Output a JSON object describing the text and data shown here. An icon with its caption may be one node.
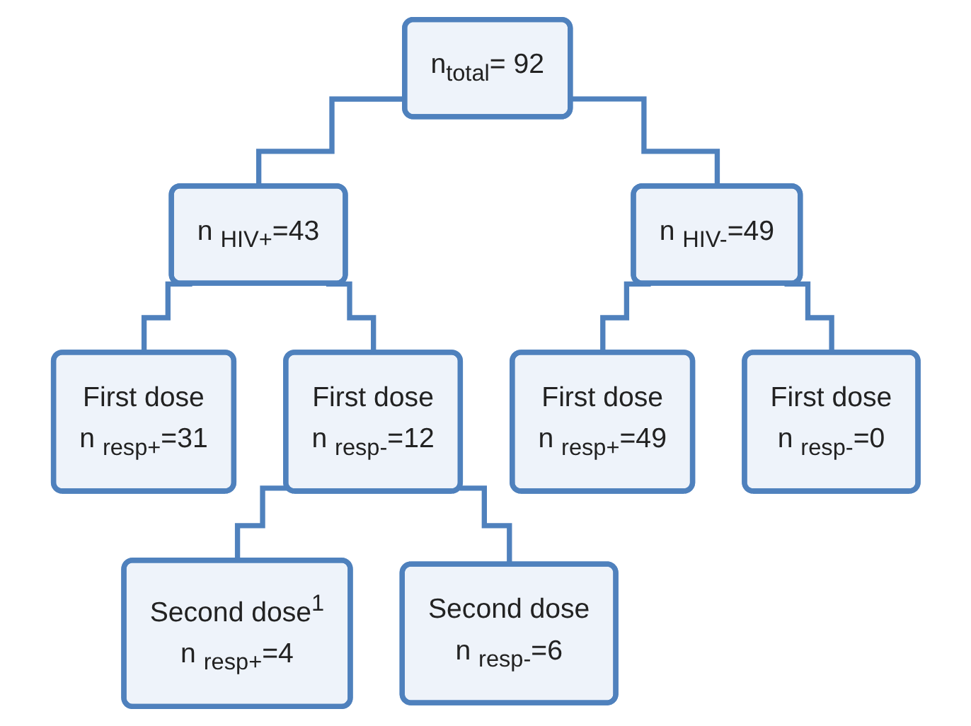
{
  "diagram": {
    "nodes": [
      {
        "text": [
          "n$_{total}$= 92"
        ]
      },
      {
        "text": [
          "n $_{HIV+}$=43"
        ]
      },
      {
        "text": [
          "n $_{HIV-}$=49"
        ]
      },
      {
        "text": [
          "First dose",
          "n $_{resp+}$=31"
        ]
      },
      {
        "text": [
          "First dose",
          "n $_{resp-}$=12"
        ]
      },
      {
        "text": [
          "First dose",
          "n $_{resp+}$=49"
        ]
      },
      {
        "text": [
          "First dose",
          "n $_{resp-}$=0"
        ]
      },
      {
        "text": [
          "Second dose$^{1}$",
          "n $_{resp+}$=4"
        ]
      },
      {
        "text": [
          "Second dose",
          "n $_{resp-}$=6"
        ]
      }
    ],
    "edges": [
      {
        "from": 0,
        "to": 1,
        "arrow": "none"
      },
      {
        "from": 0,
        "to": 2,
        "arrow": "none"
      },
      {
        "from": 1,
        "to": 3,
        "arrow": "none"
      },
      {
        "from": 1,
        "to": 4,
        "arrow": "none"
      },
      {
        "from": 2,
        "to": 5,
        "arrow": "none"
      },
      {
        "from": 2,
        "to": 6,
        "arrow": "none"
      },
      {
        "from": 4,
        "to": 7,
        "arrow": "none"
      },
      {
        "from": 4,
        "to": 8,
        "arrow": "none"
      }
    ]
  }
}
